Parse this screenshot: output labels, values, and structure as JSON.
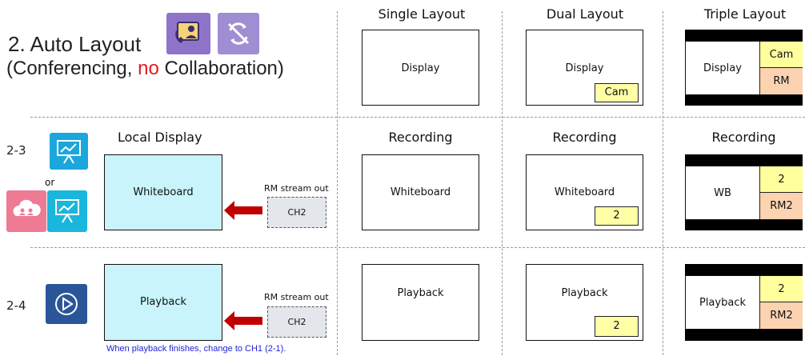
{
  "title": {
    "heading": "2. Auto Layout",
    "subtitle_prefix": "(Conferencing, ",
    "subtitle_red": "no",
    "subtitle_suffix": " Collaboration)"
  },
  "columns": {
    "single": "Single Layout",
    "dual": "Dual Layout",
    "triple": "Triple Layout"
  },
  "row1": {
    "single_display": "Display",
    "dual_display": "Display",
    "dual_cam": "Cam",
    "triple_display": "Display",
    "triple_cam": "Cam",
    "triple_rm": "RM"
  },
  "row2": {
    "id": "2-3",
    "or_text": "or",
    "local_display_header": "Local Display",
    "local_display_box": "Whiteboard",
    "rm_stream_label": "RM stream out",
    "ch_label": "CH2",
    "single_header": "Recording",
    "single_box": "Whiteboard",
    "dual_header": "Recording",
    "dual_box": "Whiteboard",
    "dual_inset": "2",
    "triple_header": "Recording",
    "triple_box": "WB",
    "triple_top": "2",
    "triple_bottom": "RM2"
  },
  "row3": {
    "id": "2-4",
    "local_display_box": "Playback",
    "rm_stream_label": "RM stream out",
    "ch_label": "CH2",
    "single_box": "Playback",
    "dual_box": "Playback",
    "dual_inset": "2",
    "triple_box": "Playback",
    "triple_top": "2",
    "triple_bottom": "RM2",
    "note": "When playback finishes, change to CH1 (2-1)."
  },
  "colors": {
    "accent_red": "#e31c1c",
    "cam_yellow": "#ffffa6",
    "rm_orange": "#fbd3b1",
    "whiteboard_cyan": "#c9f4fb",
    "note_blue": "#1f1fd6",
    "icon_purple": "#8e74c9",
    "icon_blue": "#1ba6dc"
  },
  "icons": [
    "video-call-icon",
    "no-collaboration-icon",
    "whiteboard-icon",
    "cloud-meeting-icon",
    "whiteboard-icon",
    "playback-icon"
  ]
}
